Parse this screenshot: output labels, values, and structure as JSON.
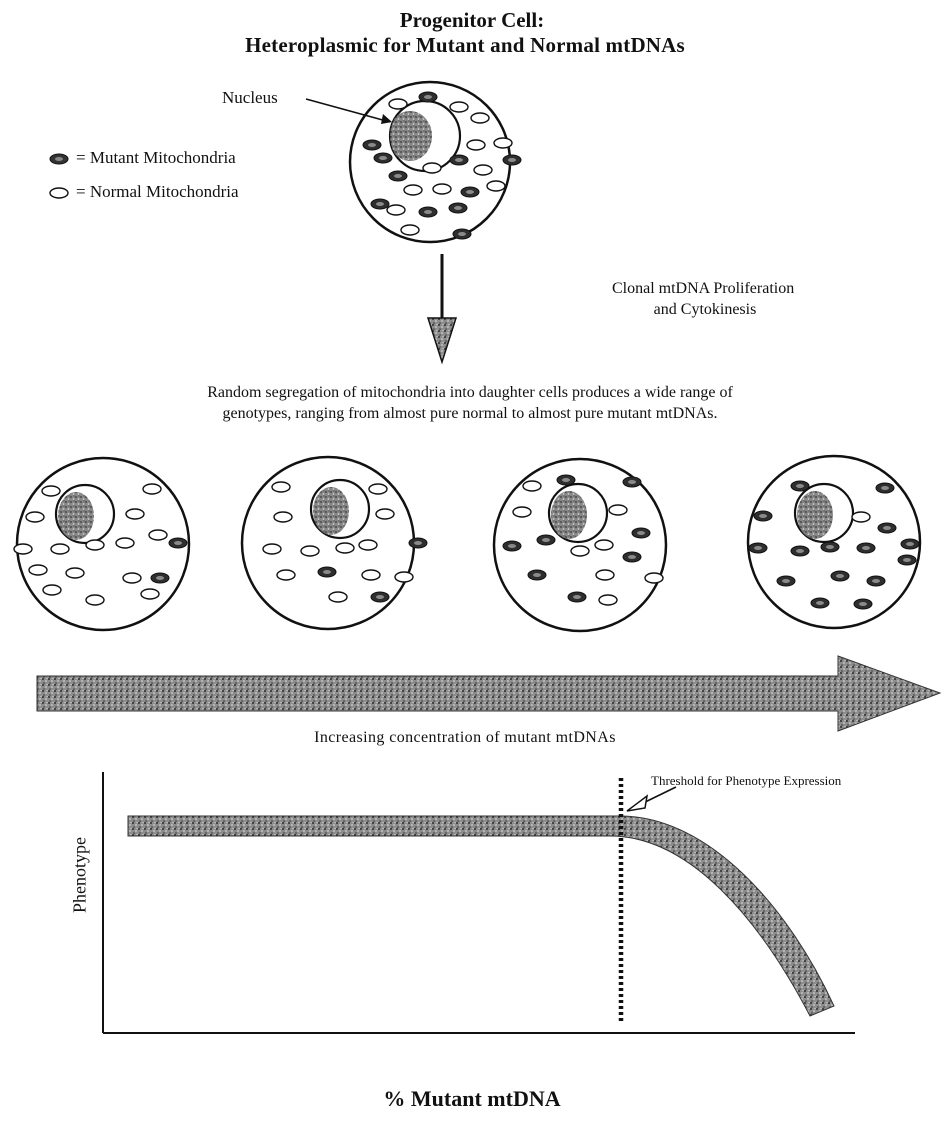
{
  "title": {
    "line1": "Progenitor Cell:",
    "line2": "Heteroplasmic for Mutant and Normal mtDNAs"
  },
  "labels": {
    "nucleus": "Nucleus",
    "legend_mutant": "= Mutant Mitochondria",
    "legend_normal": "= Normal Mitochondria",
    "step_line1": "Clonal mtDNA Proliferation",
    "step_line2": "and Cytokinesis",
    "description_line1": "Random segregation of mitochondria into daughter cells produces a wide range of",
    "description_line2": "genotypes, ranging from almost pure normal to almost pure mutant mtDNAs.",
    "gradient_arrow": "Increasing concentration of mutant mtDNAs"
  },
  "chart": {
    "threshold_label": "Threshold for Phenotype Expression",
    "ylabel": "Phenotype",
    "xlabel": "% Mutant mtDNA"
  },
  "colors": {
    "ink": "#111111",
    "stipple": "#6a6a6a"
  }
}
